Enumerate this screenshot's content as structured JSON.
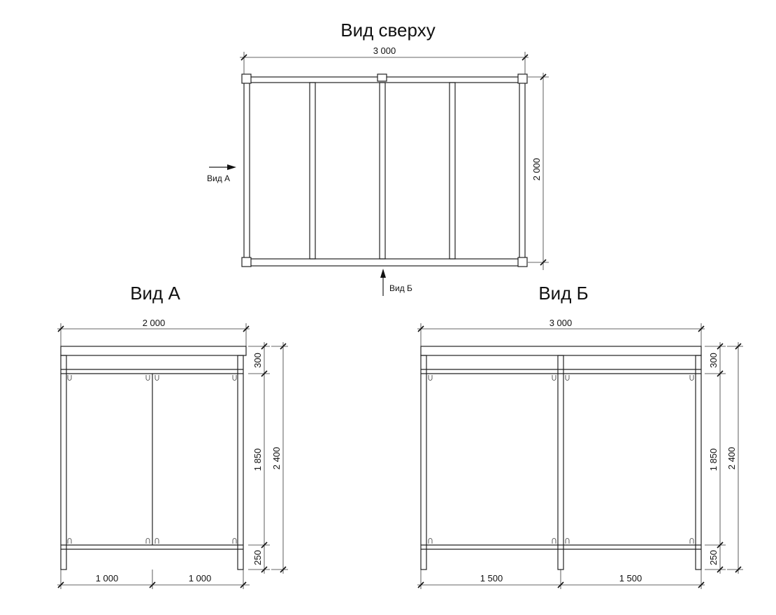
{
  "titles": {
    "top": "Вид сверху",
    "a": "Вид А",
    "b": "Вид Б"
  },
  "markers": {
    "a": "Вид А",
    "b": "Вид Б"
  },
  "top_view": {
    "width_label": "3 000",
    "depth_label": "2 000"
  },
  "view_a": {
    "width_label": "2 000",
    "bottom_left_label": "1 000",
    "bottom_right_label": "1 000",
    "top_band_label": "300",
    "middle_label": "1 850",
    "bottom_band_label": "250",
    "total_height_label": "2 400"
  },
  "view_b": {
    "width_label": "3 000",
    "bottom_left_label": "1 500",
    "bottom_right_label": "1 500",
    "top_band_label": "300",
    "middle_label": "1 850",
    "bottom_band_label": "250",
    "total_height_label": "2 400"
  }
}
